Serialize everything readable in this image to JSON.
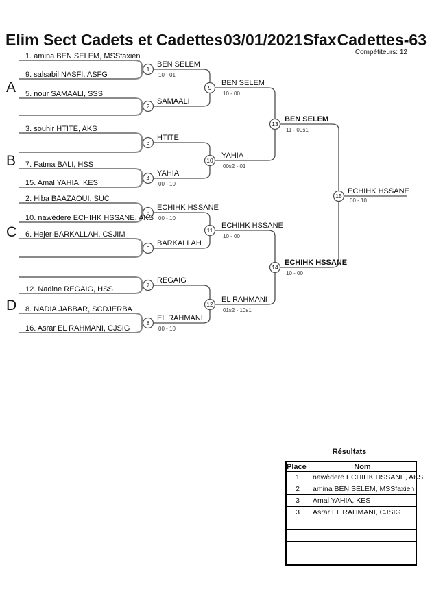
{
  "header": {
    "title_event": "Elim Sect Cadets et Cadettes",
    "title_date": "03/01/2021",
    "title_city": "Sfax",
    "title_category": "Cadettes-63",
    "competitors": "Compétiteurs: 12"
  },
  "bracket": {
    "groups": [
      "A",
      "B",
      "C",
      "D"
    ],
    "entrants": [
      "1. amina BEN SELEM, MSSfaxien",
      "9. salsabil NASFI, ASFG",
      "5. nour SAMAALI, SSS",
      "",
      "3. souhir HTITE, AKS",
      "",
      "7. Fatma BALI, HSS",
      "15. Amal YAHIA, KES",
      "2. Hiba BAAZAOUI, SUC",
      "10. nawèdere ECHIHK HSSANE, AKS",
      "6. Hejer BARKALLAH, CSJIM",
      "",
      "",
      "12. Nadine REGAIG, HSS",
      "8. NADIA JABBAR, SCDJERBA",
      "16. Asrar EL RAHMANI, CJSIG"
    ],
    "matches": [
      {
        "n": "1",
        "winner": "BEN SELEM",
        "score": "10 - 01"
      },
      {
        "n": "2",
        "winner": "SAMAALI",
        "score": ""
      },
      {
        "n": "3",
        "winner": "HTITE",
        "score": ""
      },
      {
        "n": "4",
        "winner": "YAHIA",
        "score": "00 - 10"
      },
      {
        "n": "5",
        "winner": "ECHIHK HSSANE",
        "score": "00 - 10"
      },
      {
        "n": "6",
        "winner": "BARKALLAH",
        "score": ""
      },
      {
        "n": "7",
        "winner": "REGAIG",
        "score": ""
      },
      {
        "n": "8",
        "winner": "EL RAHMANI",
        "score": "00 - 10"
      },
      {
        "n": "9",
        "winner": "BEN SELEM",
        "score": "10 - 00"
      },
      {
        "n": "10",
        "winner": "YAHIA",
        "score": "00s2 - 01"
      },
      {
        "n": "11",
        "winner": "ECHIHK HSSANE",
        "score": "10 - 00"
      },
      {
        "n": "12",
        "winner": "EL RAHMANI",
        "score": "01s2 - 10s1"
      },
      {
        "n": "13",
        "winner": "BEN SELEM",
        "score": "11 - 00s1"
      },
      {
        "n": "14",
        "winner": "ECHIHK HSSANE",
        "score": "10 - 00"
      },
      {
        "n": "15",
        "winner": "ECHIHK HSSANE",
        "score": "00 - 10"
      }
    ]
  },
  "results": {
    "title": "Résultats",
    "columns": [
      "Place",
      "Nom"
    ],
    "rows": [
      [
        "1",
        "nawèdere ECHIHK HSSANE, AKS"
      ],
      [
        "2",
        "amina BEN SELEM, MSSfaxien"
      ],
      [
        "3",
        "Amal YAHIA, KES"
      ],
      [
        "3",
        "Asrar EL RAHMANI, CJSIG"
      ],
      [
        "",
        ""
      ],
      [
        "",
        ""
      ],
      [
        "",
        ""
      ],
      [
        "",
        ""
      ]
    ]
  }
}
